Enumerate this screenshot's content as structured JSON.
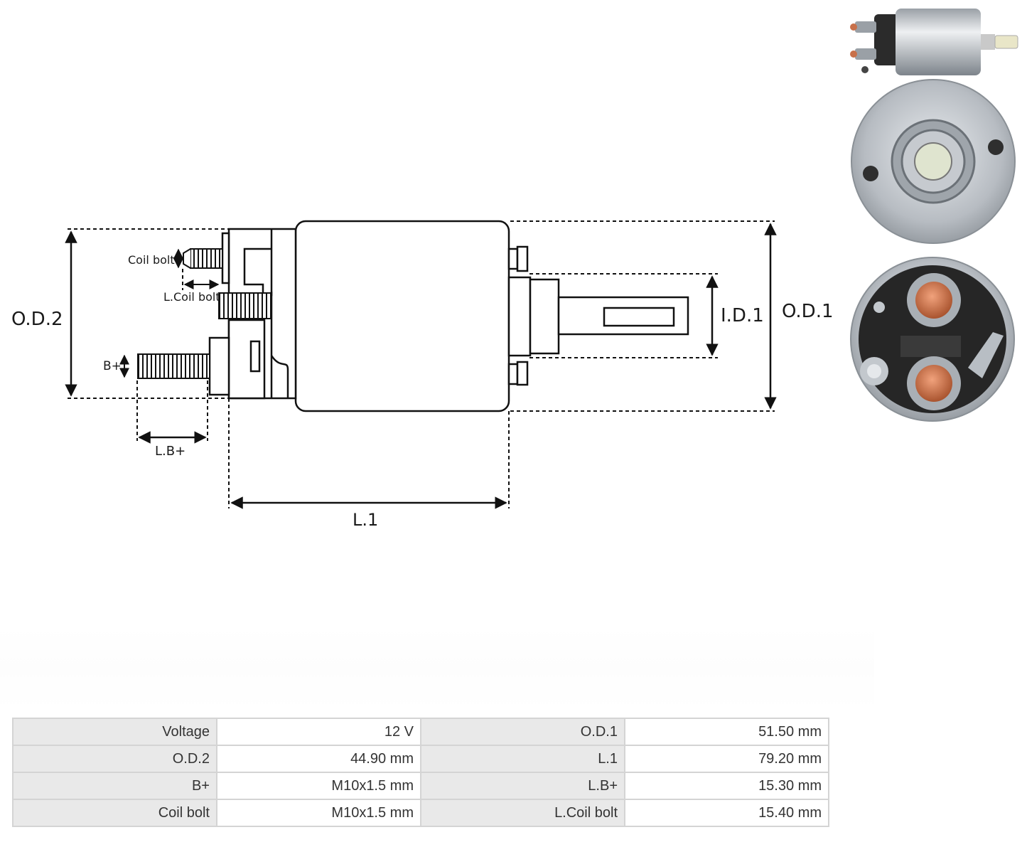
{
  "diagram": {
    "labels": {
      "od2": "O.D.2",
      "od1": "O.D.1",
      "id1": "I.D.1",
      "l1": "L.1",
      "lb": "L.B+",
      "bplus": "B+",
      "coil_bolt": "Coil bolt",
      "l_coil_bolt": "L.Coil bolt"
    }
  },
  "specs": {
    "rows": [
      {
        "k1": "Voltage",
        "v1": "12 V",
        "k2": "O.D.1",
        "v2": "51.50 mm"
      },
      {
        "k1": "O.D.2",
        "v1": "44.90 mm",
        "k2": "L.1",
        "v2": "79.20 mm"
      },
      {
        "k1": "B+",
        "v1": "M10x1.5 mm",
        "k2": "L.B+",
        "v2": "15.30 mm"
      },
      {
        "k1": "Coil bolt",
        "v1": "M10x1.5 mm",
        "k2": "L.Coil bolt",
        "v2": "15.40 mm"
      }
    ]
  },
  "colors": {
    "line": "#111111",
    "metal": "#b9bec4",
    "copper": "#c8704a",
    "header_cell": "#e9e9e9",
    "border": "#d4d4d4"
  }
}
